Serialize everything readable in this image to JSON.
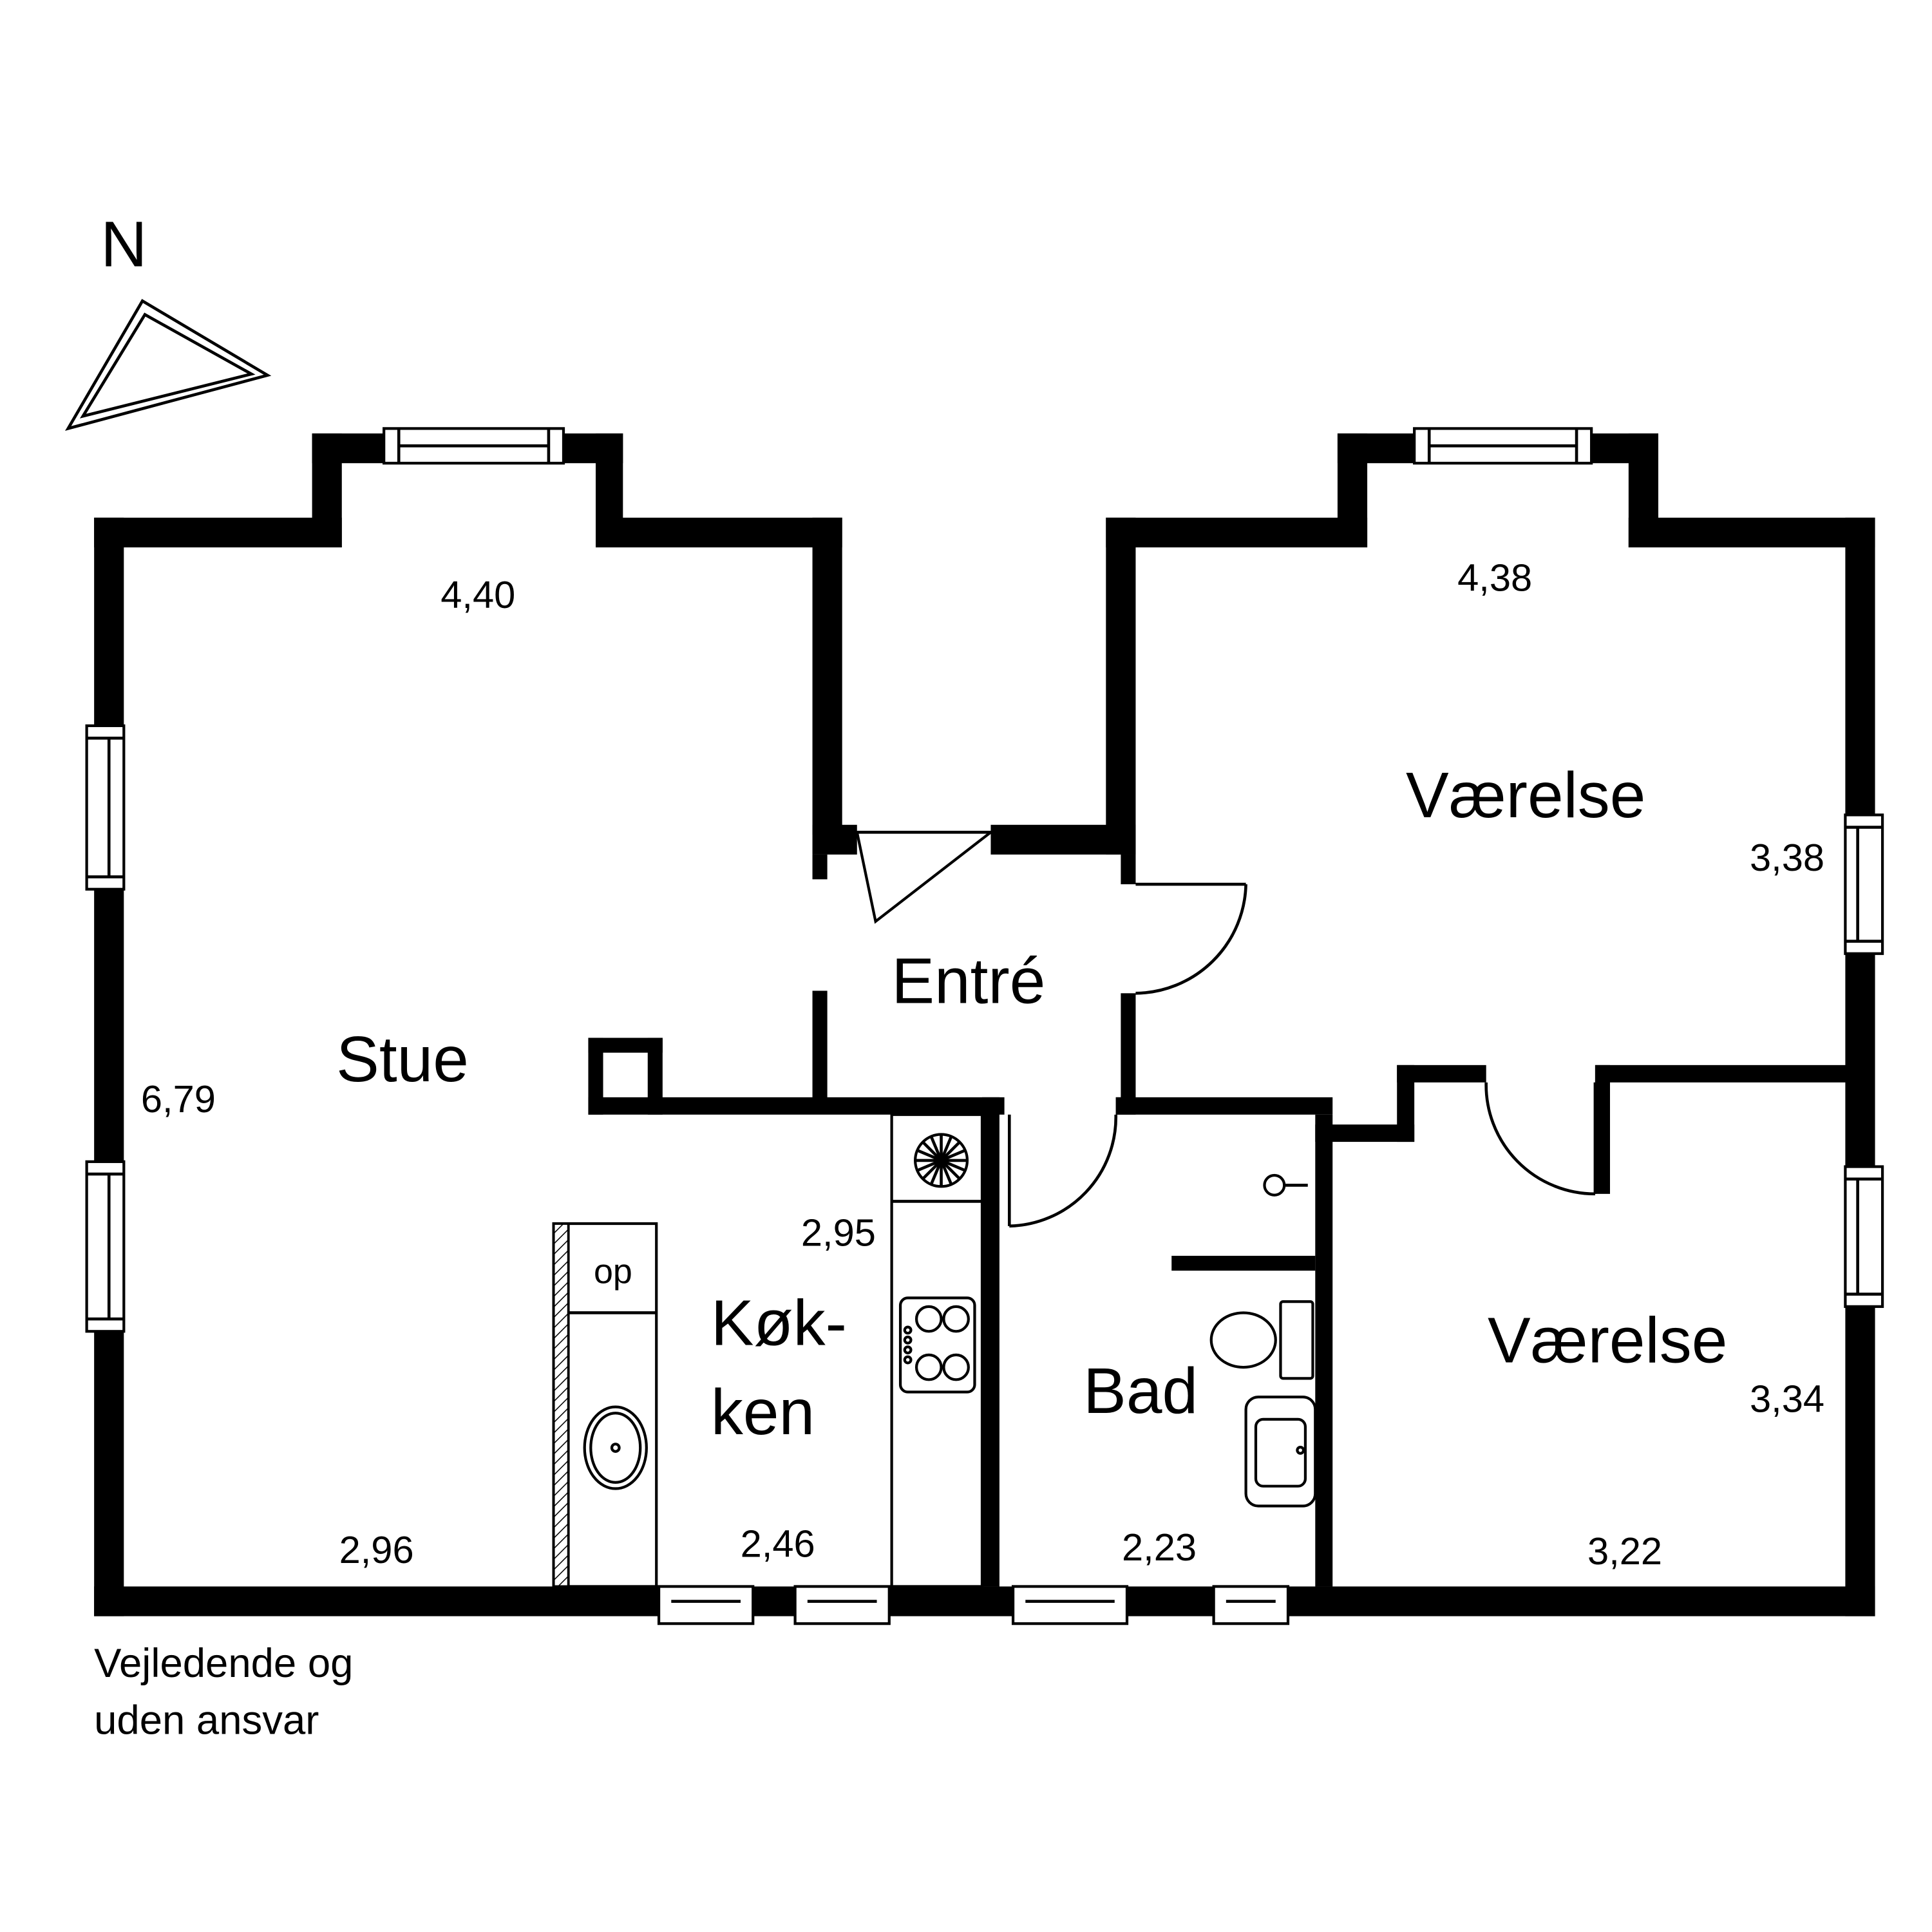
{
  "compass": {
    "label": "N"
  },
  "rooms": {
    "stue": "Stue",
    "entre": "Entré",
    "vaerelse_1": "Værelse",
    "vaerelse_2": "Værelse",
    "koekken_line1": "Køk-",
    "koekken_line2": "ken",
    "bad": "Bad"
  },
  "dimensions": {
    "stue_top": "4,40",
    "stue_side": "6,79",
    "stue_bottom": "2,96",
    "vaerelse_1_top": "4,38",
    "vaerelse_1_side": "3,38",
    "vaerelse_2_side": "3,34",
    "vaerelse_2_bottom": "3,22",
    "koekken_side": "2,95",
    "koekken_bottom": "2,46",
    "bad_bottom": "2,23"
  },
  "fixtures": {
    "stair_label": "op"
  },
  "note": {
    "line1": "Vejledende og",
    "line2": "uden ansvar"
  }
}
